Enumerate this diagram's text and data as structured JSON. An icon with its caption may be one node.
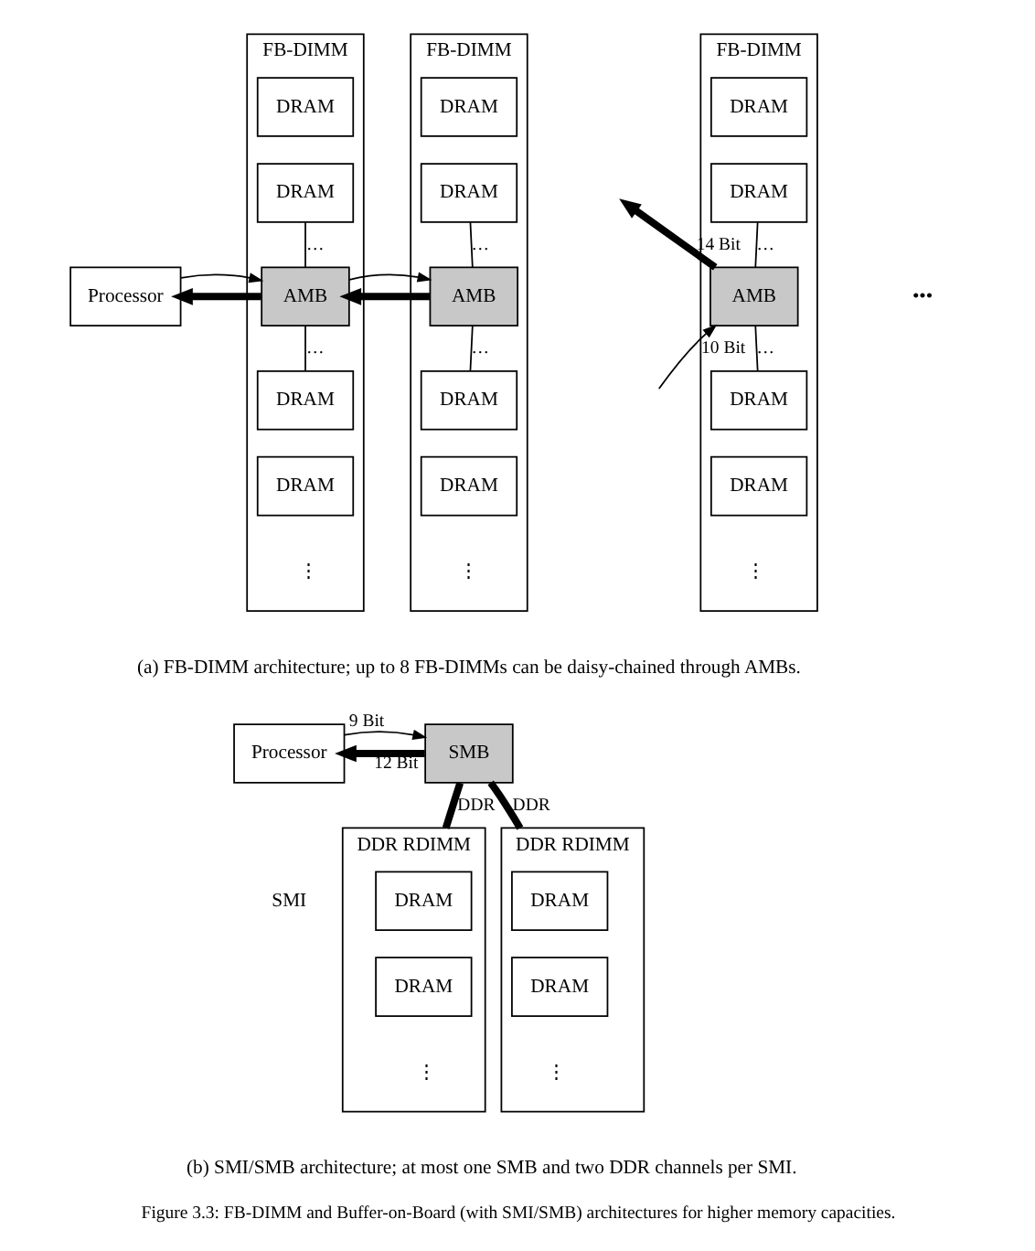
{
  "diagram": {
    "caption": "Figure 3.3: FB-DIMM and Buffer-on-Board (with SMI/SMB) architectures for higher memory capacities.",
    "nodes": [
      {
        "text": [
          "Processor"
        ]
      },
      {
        "text": [
          "FB-DIMM"
        ]
      },
      {
        "text": [
          "DRAM"
        ],
        "in": 1
      },
      {
        "text": [
          "DRAM"
        ],
        "in": 1
      },
      {
        "text": [
          "AMB"
        ],
        "in": 1
      },
      {
        "text": [
          "DRAM"
        ],
        "in": 1
      },
      {
        "text": [
          "DRAM"
        ],
        "in": 1
      },
      {
        "text": [
          "FB-DIMM"
        ]
      },
      {
        "text": [
          "DRAM"
        ],
        "in": 7
      },
      {
        "text": [
          "DRAM"
        ],
        "in": 7
      },
      {
        "text": [
          "AMB"
        ],
        "in": 7
      },
      {
        "text": [
          "DRAM"
        ],
        "in": 7
      },
      {
        "text": [
          "DRAM"
        ],
        "in": 7
      },
      {
        "text": [
          "FB-DIMM"
        ]
      },
      {
        "text": [
          "DRAM"
        ],
        "in": 13
      },
      {
        "text": [
          "DRAM"
        ],
        "in": 13
      },
      {
        "text": [
          "AMB"
        ],
        "in": 13
      },
      {
        "text": [
          "DRAM"
        ],
        "in": 13
      },
      {
        "text": [
          "DRAM"
        ],
        "in": 13
      },
      {
        "text": [
          "Processor"
        ]
      },
      {
        "text": [
          "SMB"
        ]
      },
      {
        "text": [
          "DDR RDIMM"
        ]
      },
      {
        "text": [
          "DRAM"
        ],
        "in": 21
      },
      {
        "text": [
          "DRAM"
        ],
        "in": 21
      },
      {
        "text": [
          "DDR RDIMM"
        ]
      },
      {
        "text": [
          "DRAM"
        ],
        "in": 24
      },
      {
        "text": [
          "DRAM"
        ],
        "in": 24
      }
    ],
    "edges": [
      {
        "from": 4,
        "to": 0,
        "arrow": "to",
        "style": "thick"
      },
      {
        "from": 0,
        "to": 4,
        "arrow": "to"
      },
      {
        "from": 10,
        "to": 4,
        "arrow": "to",
        "style": "thick"
      },
      {
        "from": 4,
        "to": 10,
        "arrow": "to"
      },
      {
        "from": 16,
        "to": null,
        "arrow": "to",
        "style": "thick",
        "label": "14 Bit"
      },
      {
        "from": null,
        "to": 16,
        "arrow": "to",
        "label": "10 Bit"
      },
      {
        "from": 3,
        "to": 4,
        "arrow": "none",
        "label": "…"
      },
      {
        "from": 4,
        "to": 5,
        "arrow": "none",
        "label": "…"
      },
      {
        "from": 9,
        "to": 10,
        "arrow": "none",
        "label": "…"
      },
      {
        "from": 10,
        "to": 11,
        "arrow": "none",
        "label": "…"
      },
      {
        "from": 15,
        "to": 16,
        "arrow": "none",
        "label": "…"
      },
      {
        "from": 16,
        "to": 17,
        "arrow": "none",
        "label": "…"
      },
      {
        "from": 20,
        "to": 19,
        "arrow": "to",
        "style": "thick",
        "label": "12 Bit"
      },
      {
        "from": 19,
        "to": 20,
        "arrow": "to",
        "label": "9 Bit"
      },
      {
        "from": 20,
        "to": 21,
        "arrow": "none",
        "style": "thick",
        "label": "DDR"
      },
      {
        "from": 20,
        "to": 24,
        "arrow": "none",
        "style": "thick",
        "label": "DDR"
      }
    ],
    "labels": [
      "⋮",
      "⋮",
      "•••",
      "⋮",
      "(a) FB-DIMM architecture; up to 8 FB-DIMMs can be daisy-chained through AMBs.",
      "SMI",
      "⋮",
      "⋮",
      "(b) SMI/SMB architecture; at most one SMB and two DDR channels per SMI."
    ]
  }
}
